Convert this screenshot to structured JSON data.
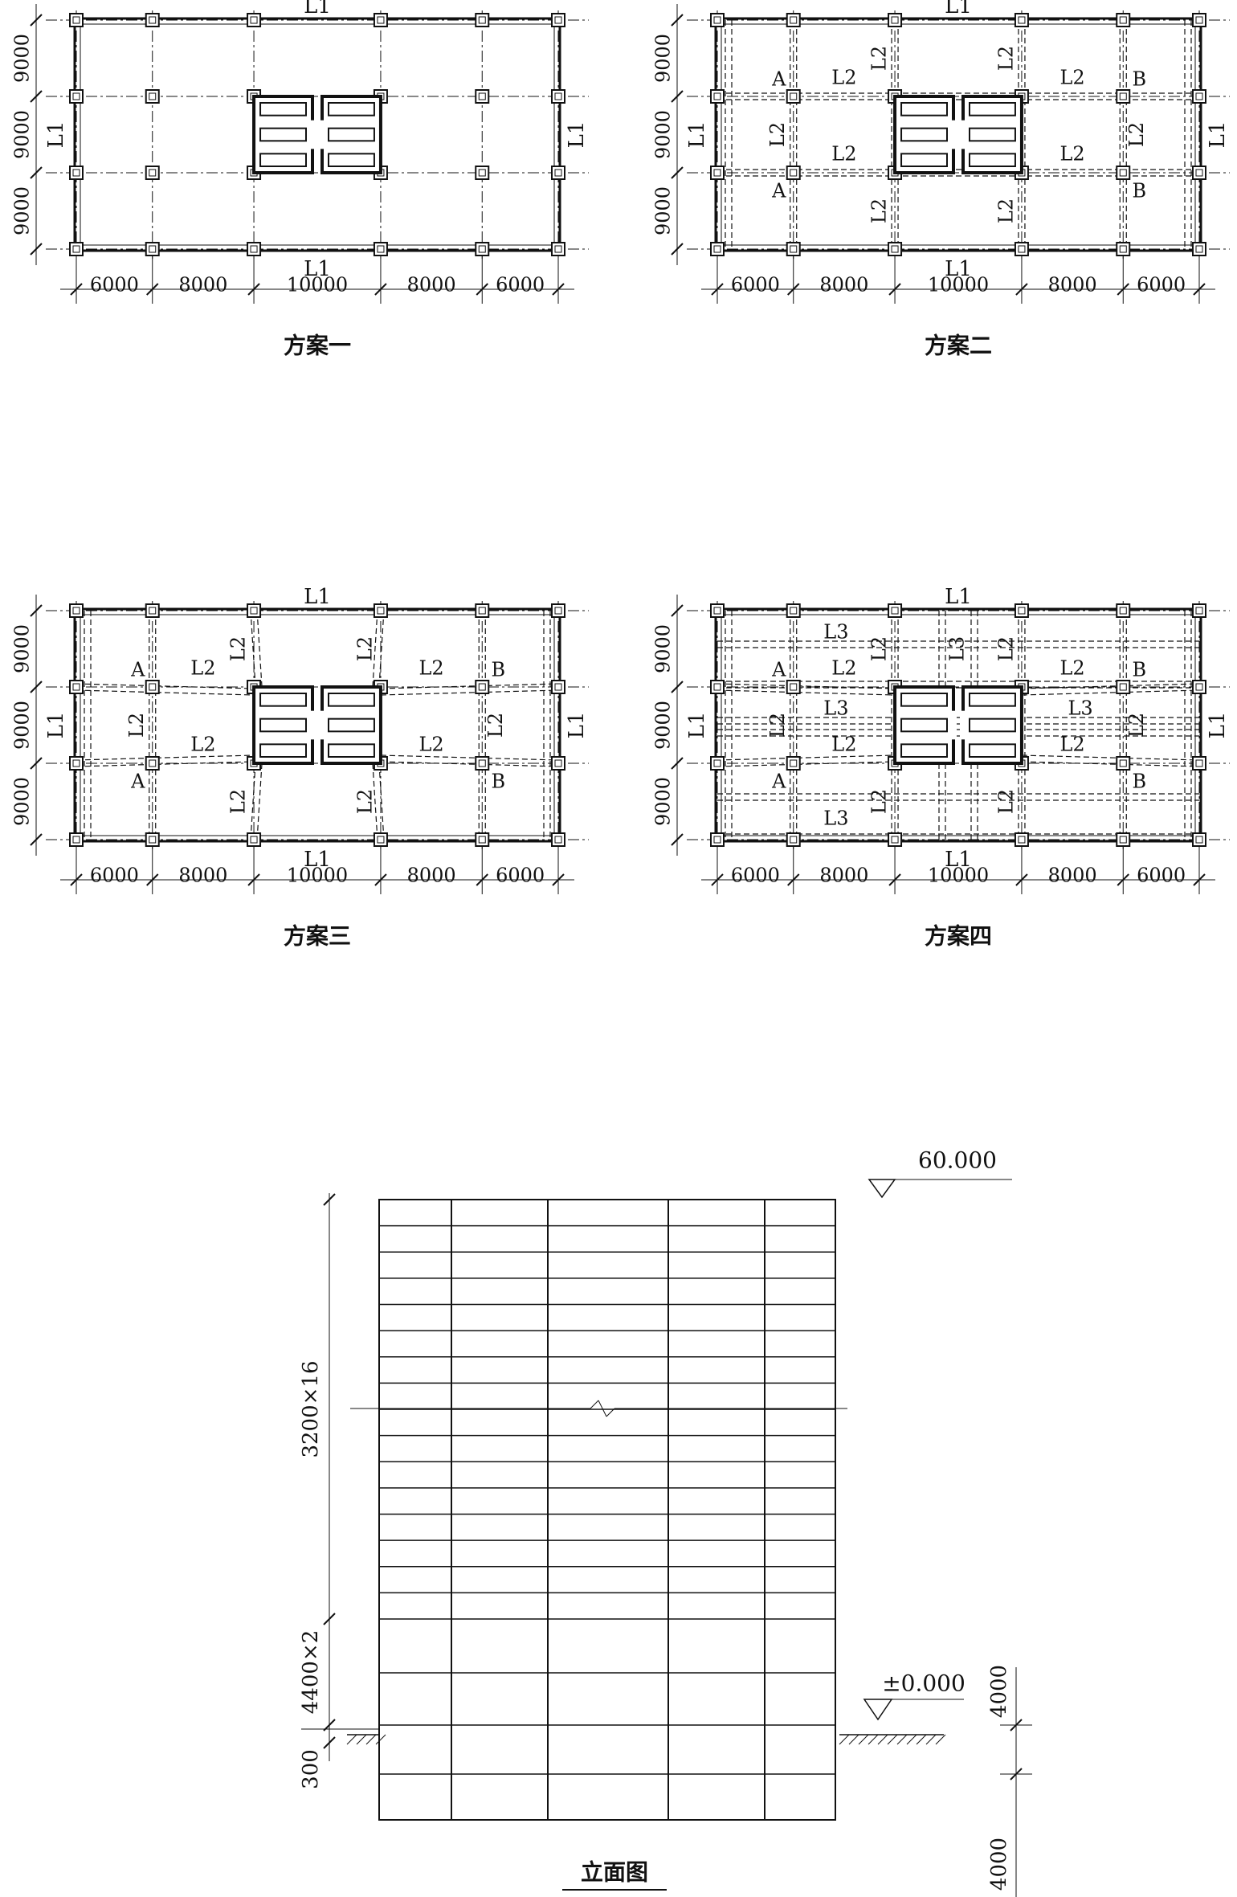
{
  "plans": [
    {
      "id": "plan1",
      "caption": "方案一",
      "variant": 1,
      "top_beam": "L1",
      "bottom_beam": "L1",
      "left_beam": "L1",
      "right_beam": "L1",
      "labels": []
    },
    {
      "id": "plan2",
      "caption": "方案二",
      "variant": 2,
      "top_beam": "L1",
      "bottom_beam": "L1",
      "left_beam": "L1",
      "right_beam": "L1",
      "labels": [
        "A",
        "A",
        "B",
        "B",
        "L2",
        "L2",
        "L2",
        "L2",
        "L2",
        "L2",
        "L2",
        "L2",
        "L2",
        "L2"
      ]
    },
    {
      "id": "plan3",
      "caption": "方案三",
      "variant": 3,
      "top_beam": "L1",
      "bottom_beam": "L1",
      "left_beam": "L1",
      "right_beam": "L1",
      "labels": [
        "A",
        "A",
        "B",
        "B",
        "L2",
        "L2",
        "L2",
        "L2",
        "L2",
        "L2",
        "L2",
        "L2",
        "L2",
        "L2"
      ]
    },
    {
      "id": "plan4",
      "caption": "方案四",
      "variant": 4,
      "top_beam": "L1",
      "bottom_beam": "L1",
      "left_beam": "L1",
      "right_beam": "L1",
      "labels": [
        "A",
        "A",
        "B",
        "B",
        "L2",
        "L2",
        "L2",
        "L2",
        "L2",
        "L2",
        "L2",
        "L2",
        "L2",
        "L2",
        "L3",
        "L3",
        "L3",
        "L3",
        "L3"
      ]
    }
  ],
  "spans_x": [
    "6000",
    "8000",
    "10000",
    "8000",
    "6000"
  ],
  "spans_y": [
    "9000",
    "9000",
    "9000"
  ],
  "elevation": {
    "caption": "立面图",
    "top_level": "60.000",
    "ground_level": "±0.000",
    "dim_upper": "3200×16",
    "dim_lower": "4400×2",
    "dim_ground": "300",
    "dim_base_1": "4000",
    "dim_base_2": "4000"
  }
}
